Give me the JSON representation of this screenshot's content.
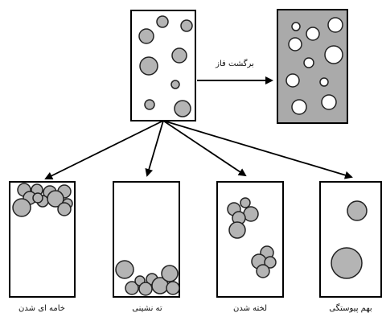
{
  "arrow_label": "برگشت فاز",
  "states": [
    {
      "id": "creaming",
      "label": "خامه ای شدن"
    },
    {
      "id": "sedimentation",
      "label": "ته نشینی"
    },
    {
      "id": "flocculation",
      "label": "لخته شدن"
    },
    {
      "id": "coalescence",
      "label": "بهم پیوستگی"
    }
  ],
  "colors": {
    "droplet_fill": "#b4b4b4",
    "droplet_stroke": "#222222",
    "inverted_background": "#aaaaaa",
    "inverted_droplet_fill": "#ffffff",
    "line": "#000000"
  }
}
